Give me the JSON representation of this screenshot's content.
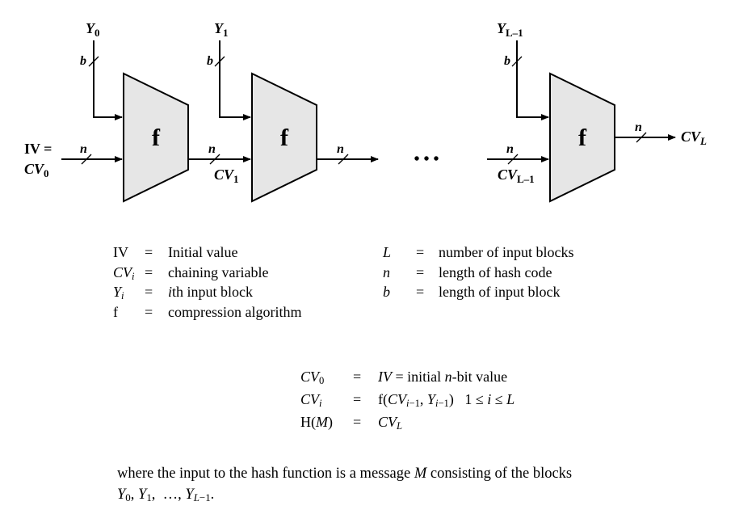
{
  "diagram": {
    "block_label": "f",
    "inputs": [
      {
        "y_base": "Y",
        "y_sub": "0"
      },
      {
        "y_base": "Y",
        "y_sub": "1"
      },
      {
        "y_base": "Y",
        "y_sub": "L–1"
      }
    ],
    "b_label": "b",
    "n_label": "n",
    "iv_label": "IV =",
    "cv0_base": "CV",
    "cv0_sub": "0",
    "cv1_base": "CV",
    "cv1_sub": "1",
    "cvl1_base": "CV",
    "cvl1_sub": "L–1",
    "cvl_base": "CV",
    "cvl_sub": "L",
    "ellipsis": "• • •",
    "block_fill": "#e6e6e6"
  },
  "legend": {
    "left": [
      {
        "sym": "IV",
        "sym_sub": "",
        "eq": "=",
        "desc": "Initial value"
      },
      {
        "sym": "CV",
        "sym_sub": "i",
        "eq": "=",
        "desc": "chaining variable"
      },
      {
        "sym": "Y",
        "sym_sub": "i",
        "eq": "=",
        "desc": "ith input block",
        "desc_ital": "i",
        "desc_rest": "th input block"
      },
      {
        "sym": "f",
        "sym_sub": "",
        "eq": "=",
        "desc": "compression algorithm"
      }
    ],
    "right": [
      {
        "sym": "L",
        "eq": "=",
        "desc": "number of input blocks"
      },
      {
        "sym": "n",
        "eq": "=",
        "desc": "length of hash code"
      },
      {
        "sym": "b",
        "eq": "=",
        "desc": "length of input block"
      }
    ]
  },
  "equations": [
    {
      "lhs": "CV0",
      "eq": "=",
      "rhs": "IV = initial n-bit value"
    },
    {
      "lhs": "CVi",
      "eq": "=",
      "rhs": "f(CVi−1, Yi−1)   1 ≤ i ≤ L"
    },
    {
      "lhs": "H(M)",
      "eq": "=",
      "rhs": "CVL"
    }
  ],
  "note": {
    "line1": "where the input to the hash function is a message M consisting of the blocks",
    "line2": "Y0, Y1, …, YL−1."
  }
}
